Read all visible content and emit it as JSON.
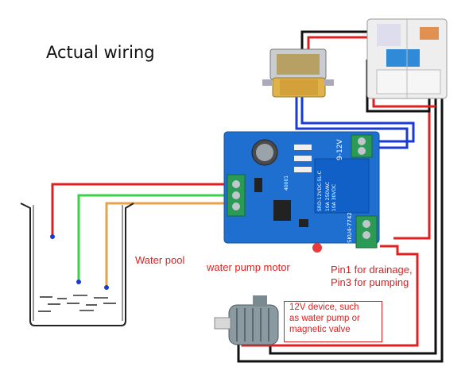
{
  "title": "Actual wiring",
  "labels": {
    "water_pool": "Water pool",
    "pump_motor": "water pump motor",
    "pin_line1": "Pin1 for drainage,",
    "pin_line2": "Pin3 for pumping"
  },
  "device_note": [
    "12V device, such",
    "as water pump or",
    "magnetic valve"
  ],
  "board_markings": {
    "voltage": "9-12V",
    "relay_top": "SRD-12VDC-SL-C",
    "relay_spec1": "10A 250VAC",
    "relay_spec2": "10A 30VDC",
    "board_code": "SKU4-7742",
    "chip": "40001"
  },
  "colors": {
    "wire_red": "#e02020",
    "wire_black": "#111111",
    "wire_blue": "#1a3ad8",
    "wire_green": "#3bd24a",
    "wire_orange": "#e8a24a",
    "board_blue": "#1e6fcf"
  }
}
